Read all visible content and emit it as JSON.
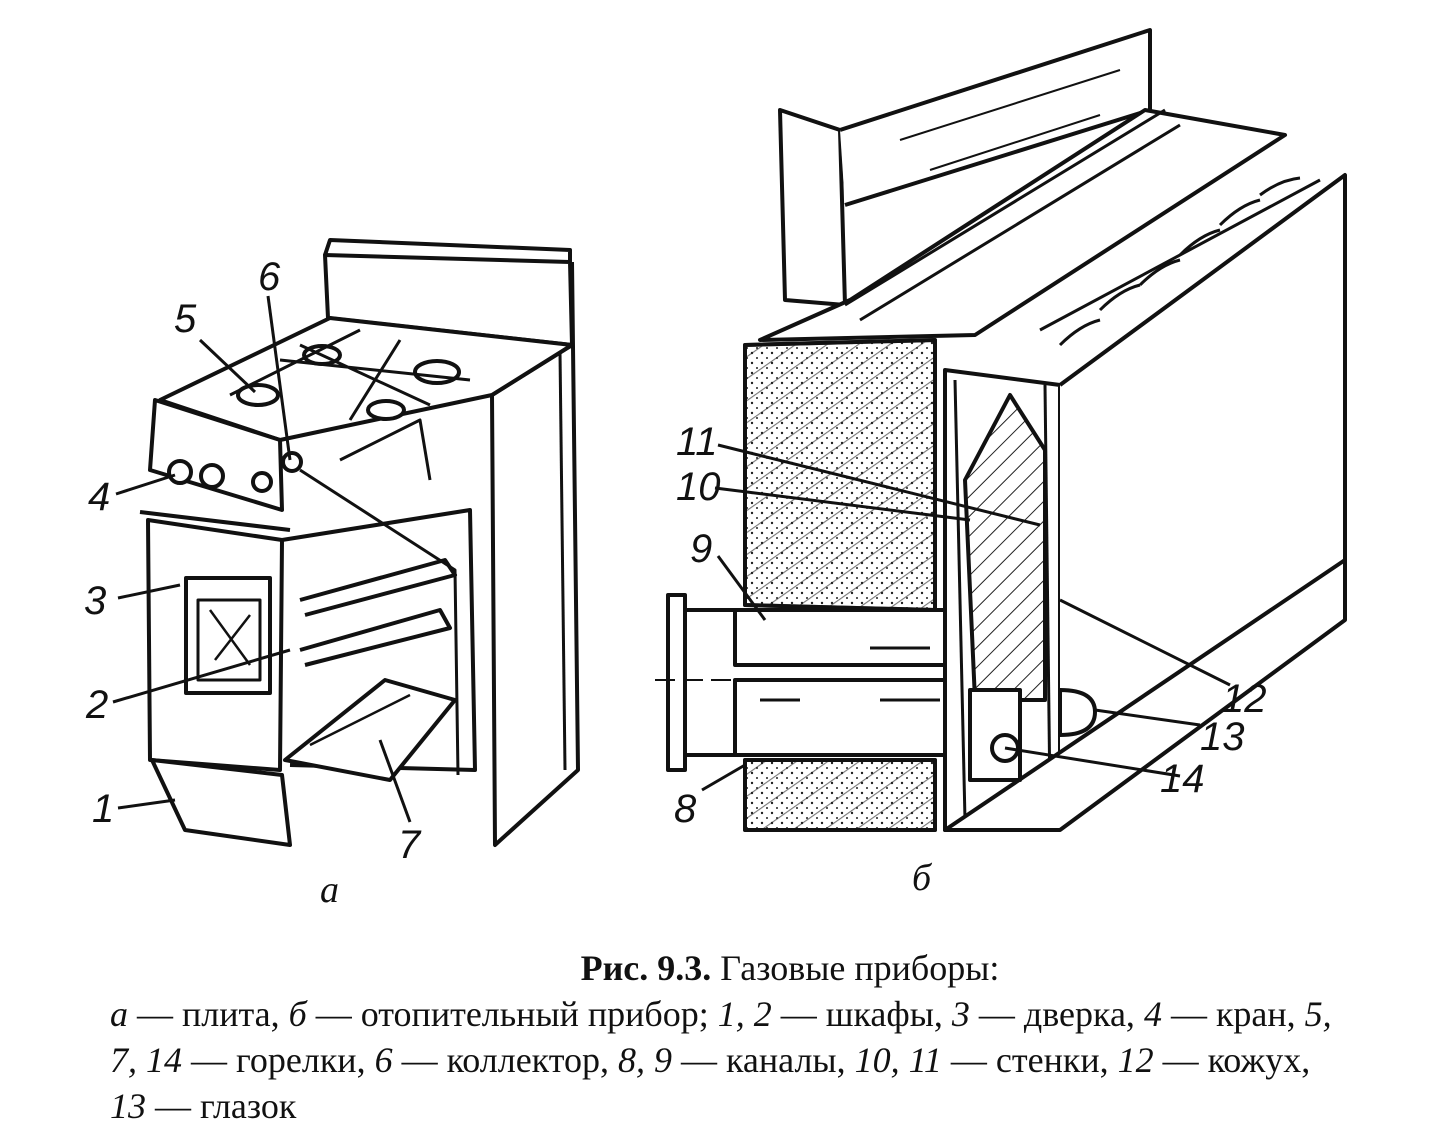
{
  "figure": {
    "subfigure_labels": {
      "a": "а",
      "b": "б"
    },
    "part_numbers_a": [
      "1",
      "2",
      "3",
      "4",
      "5",
      "6",
      "7"
    ],
    "part_numbers_b": [
      "8",
      "9",
      "10",
      "11",
      "12",
      "13",
      "14"
    ]
  },
  "caption": {
    "fig_number": "Рис. 9.3.",
    "fig_title": "Газовые приборы:",
    "legend": [
      {
        "k": "а",
        "t": " — плита, "
      },
      {
        "k": "б",
        "t": " — отопительный прибор; "
      },
      {
        "k": "1, 2",
        "t": " — шкафы, "
      },
      {
        "k": "3",
        "t": " — дверка, "
      },
      {
        "k": "4",
        "t": " — кран, "
      },
      {
        "k": "5, 7, 14",
        "t": " — горелки, "
      },
      {
        "k": "6",
        "t": " — коллектор, "
      },
      {
        "k": "8, 9",
        "t": " — каналы, "
      },
      {
        "k": "10, 11",
        "t": " — стенки, "
      },
      {
        "k": "12",
        "t": " — кожух, "
      },
      {
        "k": "13",
        "t": " — глазок"
      }
    ]
  }
}
